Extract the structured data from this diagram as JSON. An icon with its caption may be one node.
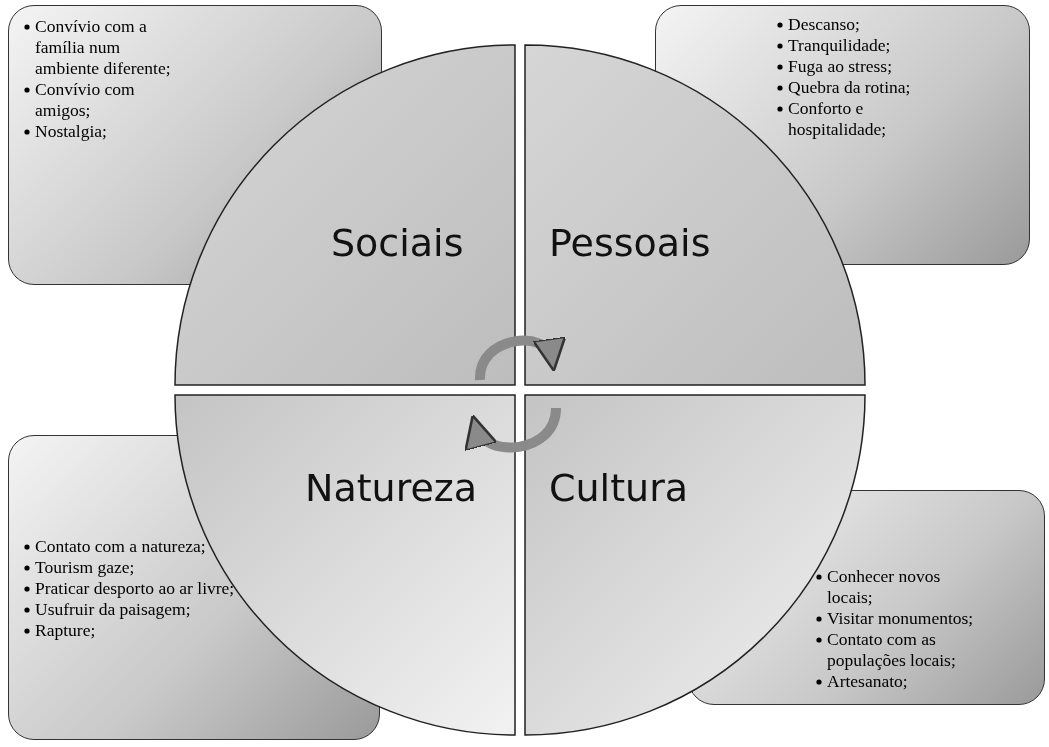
{
  "diagram": {
    "nodes": [
      {
        "text": [
          "Convívio com a família num ambiente diferente;",
          "Convívio com amigos;",
          "Nostalgia;"
        ]
      },
      {
        "text": [
          "Descanso;",
          "Tranquilidade;",
          "Fuga ao stress;",
          "Quebra da rotina;",
          "Conforto e hospitalidade;"
        ]
      },
      {
        "text": [
          "Sociais"
        ]
      },
      {
        "text": [
          "Pessoais"
        ]
      },
      {
        "text": [
          "Natureza"
        ]
      },
      {
        "text": [
          "Cultura"
        ]
      },
      {
        "text": [
          "Contato com a natureza;",
          "Tourism gaze;",
          "Praticar desporto ao ar livre;",
          "Usufruir da paisagem;",
          "Rapture;"
        ]
      },
      {
        "text": [
          "Conhecer novos locais;",
          "Visitar monumentos;",
          "Contato com as populações locais;",
          "Artesanato;"
        ]
      }
    ],
    "edges": [
      {
        "from": 2,
        "to": 3,
        "arrow": "to"
      },
      {
        "from": 5,
        "to": 4,
        "arrow": "to"
      }
    ]
  }
}
